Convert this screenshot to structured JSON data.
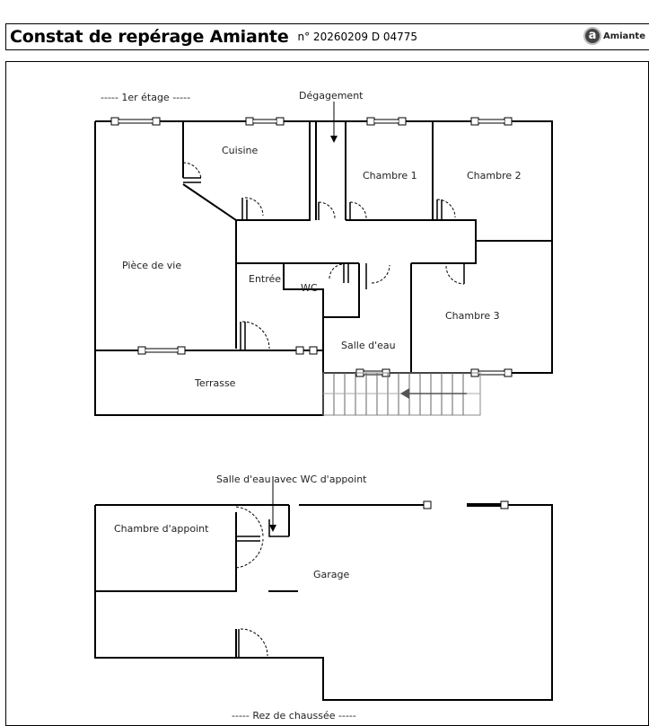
{
  "header": {
    "title": "Constat de repérage Amiante",
    "reference": "n° 20260209 D 04775",
    "brand": {
      "icon_letter": "a",
      "label": "Amiante"
    }
  },
  "plan": {
    "floor1": {
      "level_label": "----- 1er étage -----",
      "rooms": {
        "degagement": "Dégagement",
        "cuisine": "Cuisine",
        "chambre1": "Chambre 1",
        "chambre2": "Chambre 2",
        "piece_de_vie": "Pièce de vie",
        "entree": "Entrée",
        "wc": "WC",
        "chambre3": "Chambre 3",
        "salle_deau": "Salle d'eau",
        "terrasse": "Terrasse"
      }
    },
    "ground": {
      "annotation": "Salle d'eau avec WC d'appoint",
      "rooms": {
        "chambre_appoint": "Chambre d'appoint",
        "garage": "Garage"
      },
      "level_label": "----- Rez de chaussée -----"
    }
  }
}
